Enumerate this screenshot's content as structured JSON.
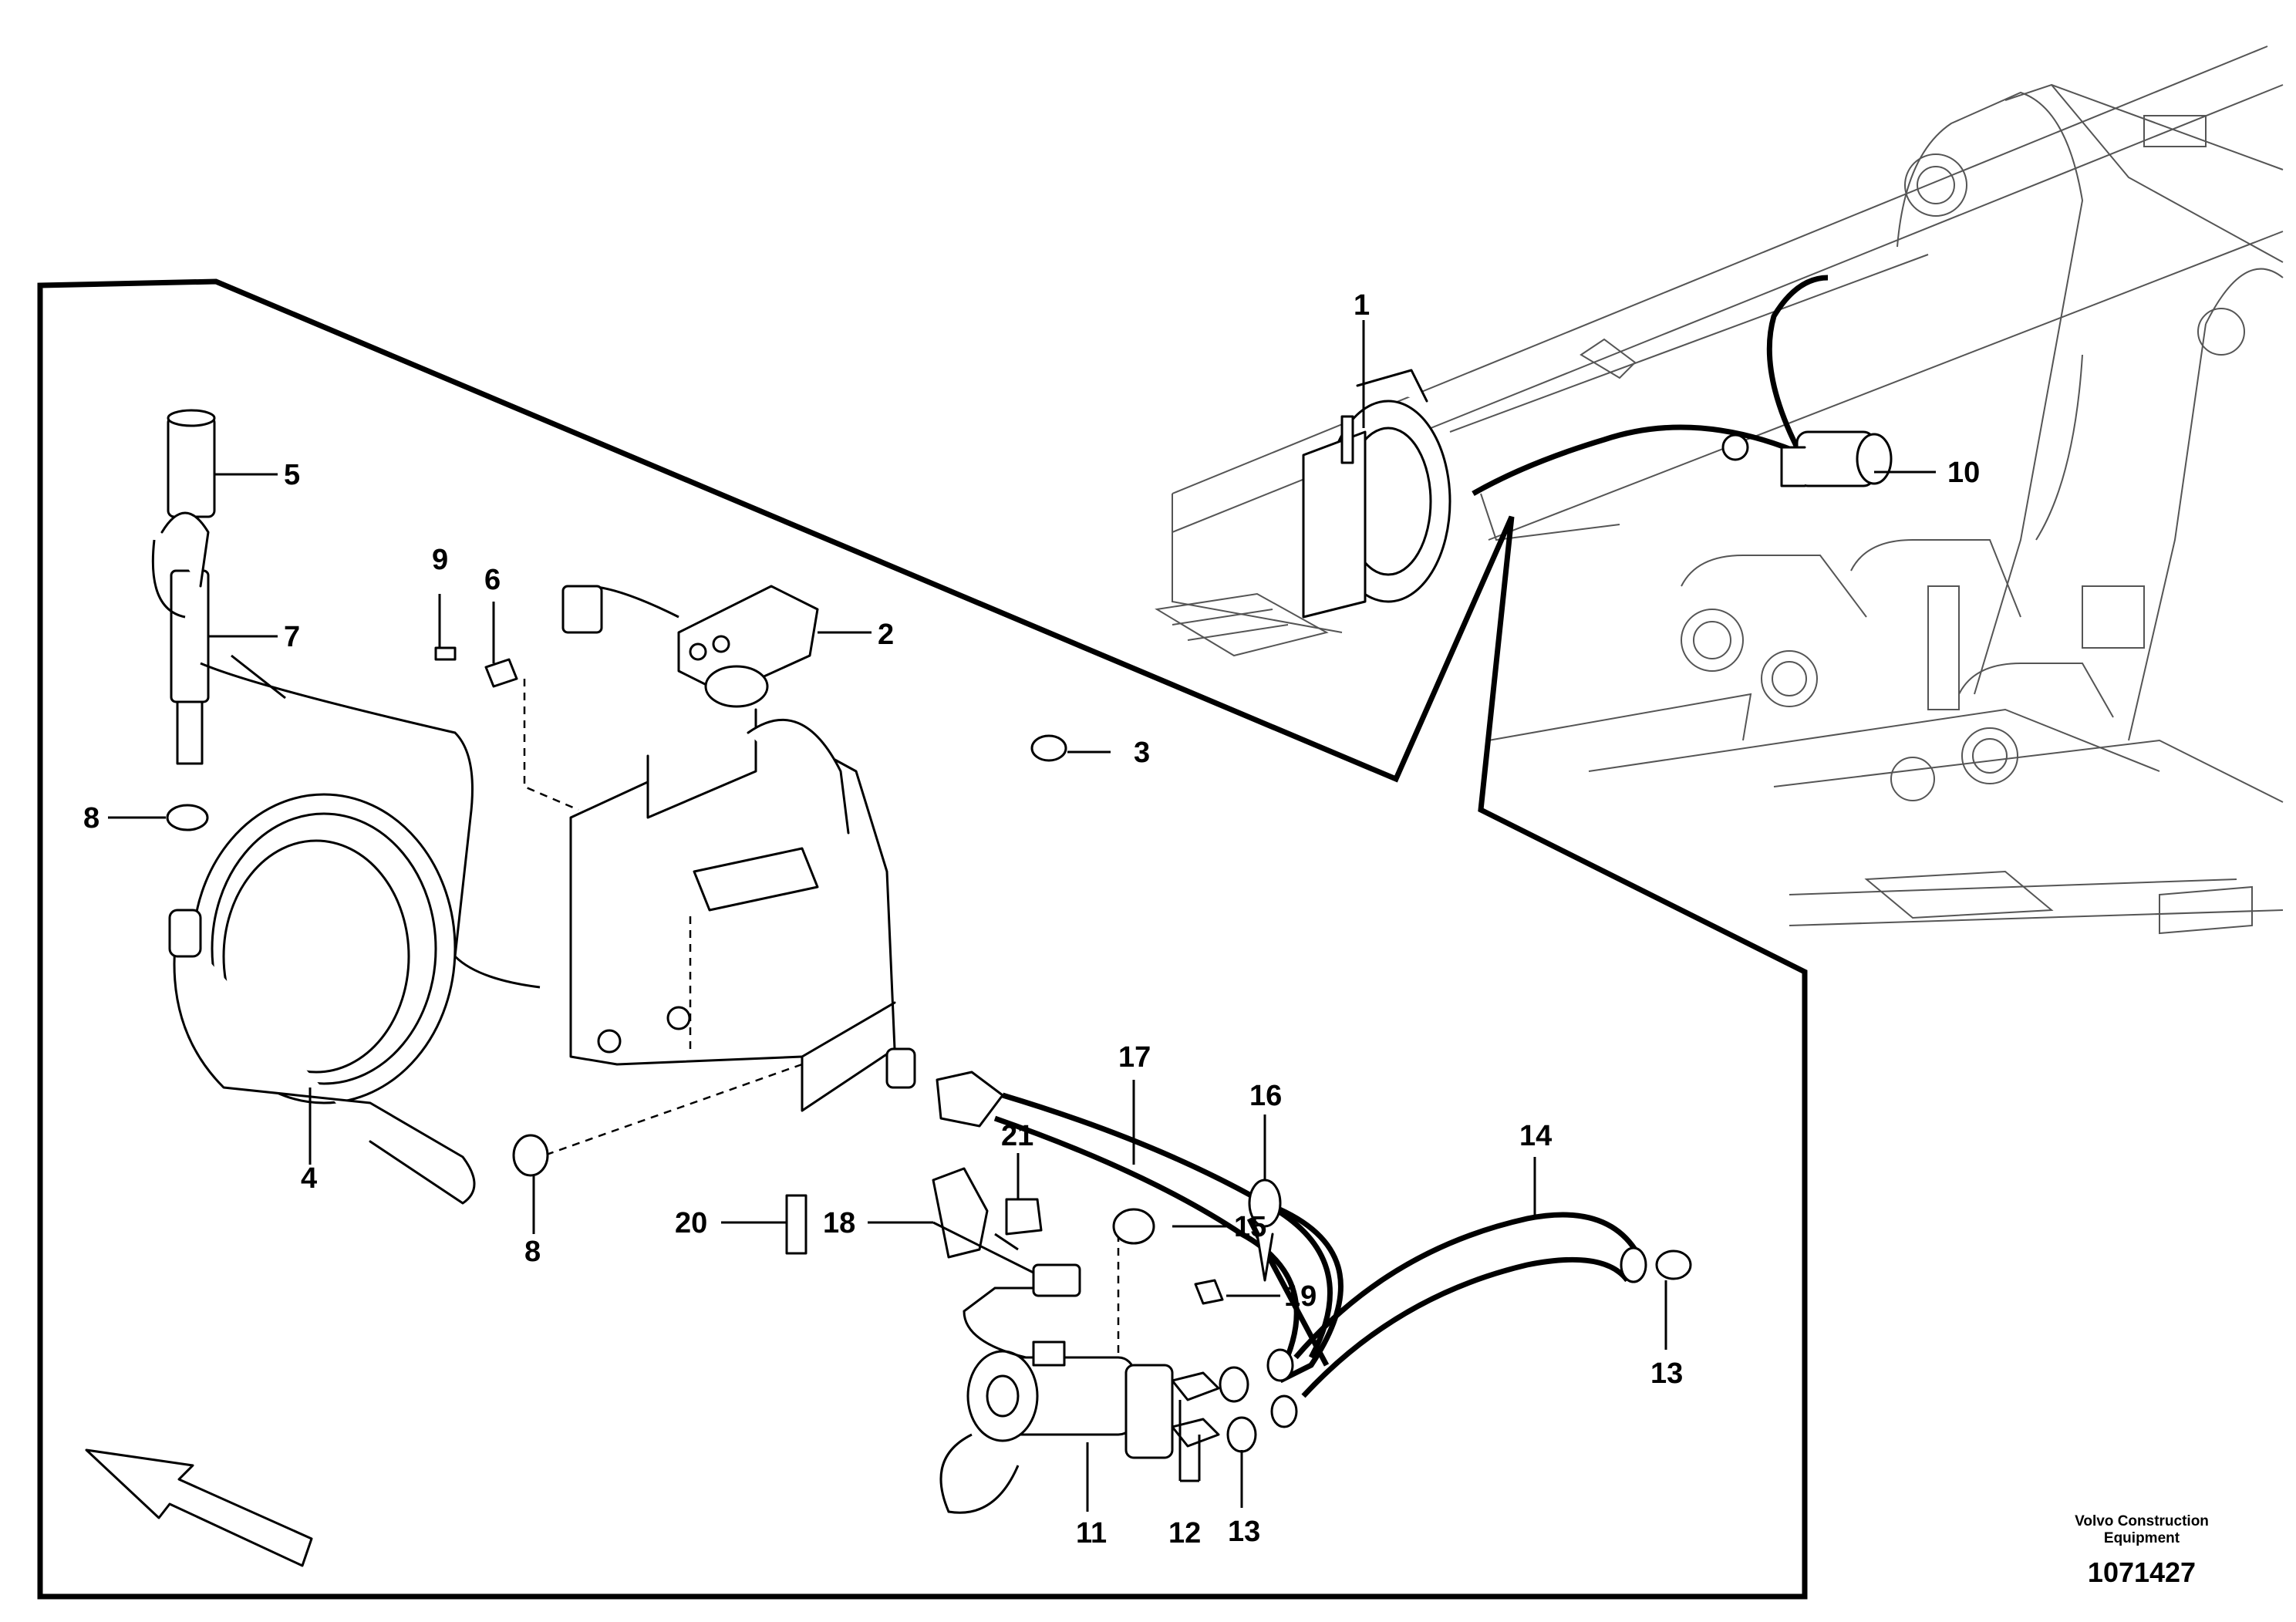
{
  "callouts": {
    "c1": "1",
    "c2": "2",
    "c3": "3",
    "c4": "4",
    "c5": "5",
    "c6": "6",
    "c7": "7",
    "c8a": "8",
    "c8b": "8",
    "c9": "9",
    "c10": "10",
    "c11": "11",
    "c12": "12",
    "c13a": "13",
    "c13b": "13",
    "c14": "14",
    "c15": "15",
    "c16": "16",
    "c17": "17",
    "c18": "18",
    "c19": "19",
    "c20": "20",
    "c21": "21"
  },
  "footer": {
    "brand_line1": "Volvo Construction",
    "brand_line2": "Equipment",
    "document_number": "1071427"
  },
  "icons": {
    "direction": "forward-arrow-icon"
  }
}
